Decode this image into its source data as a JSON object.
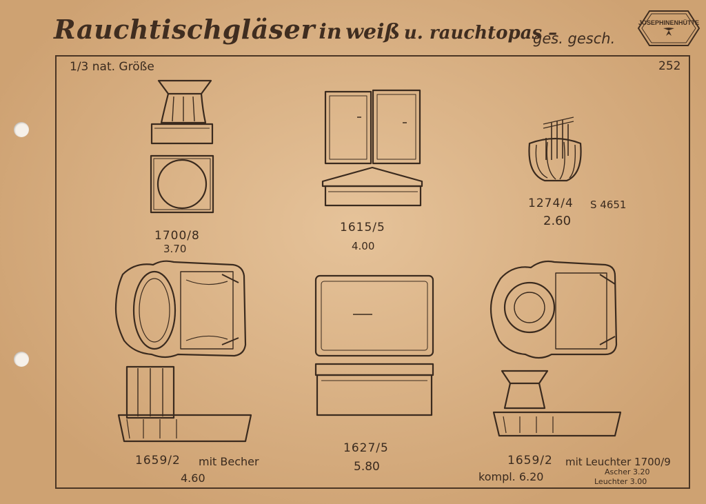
{
  "header": {
    "title_part1": "Rauchtischgläser",
    "title_part2": "in",
    "title_part3": "weiß",
    "title_part4": "u. rauchtopas –",
    "subtitle": "ges. gesch.",
    "seal_text": "JOSEPHINENHÜTTE"
  },
  "scale_note": "1/3 nat. Größe",
  "page_number": "252",
  "items": [
    {
      "number": "1700/8",
      "price": "3.70"
    },
    {
      "number": "1615/5",
      "price": "4.00"
    },
    {
      "number": "1274/4",
      "code": "S 4651",
      "price": "2.60"
    },
    {
      "number": "1659/2",
      "description": "mit Becher",
      "price": "4.60"
    },
    {
      "number": "1627/5",
      "price": "5.80"
    },
    {
      "number": "1659/2",
      "description": "mit Leuchter 1700/9",
      "total_label": "kompl. 6.20",
      "parts": [
        "Ascher 3.20",
        "Leuchter 3.00"
      ]
    }
  ]
}
